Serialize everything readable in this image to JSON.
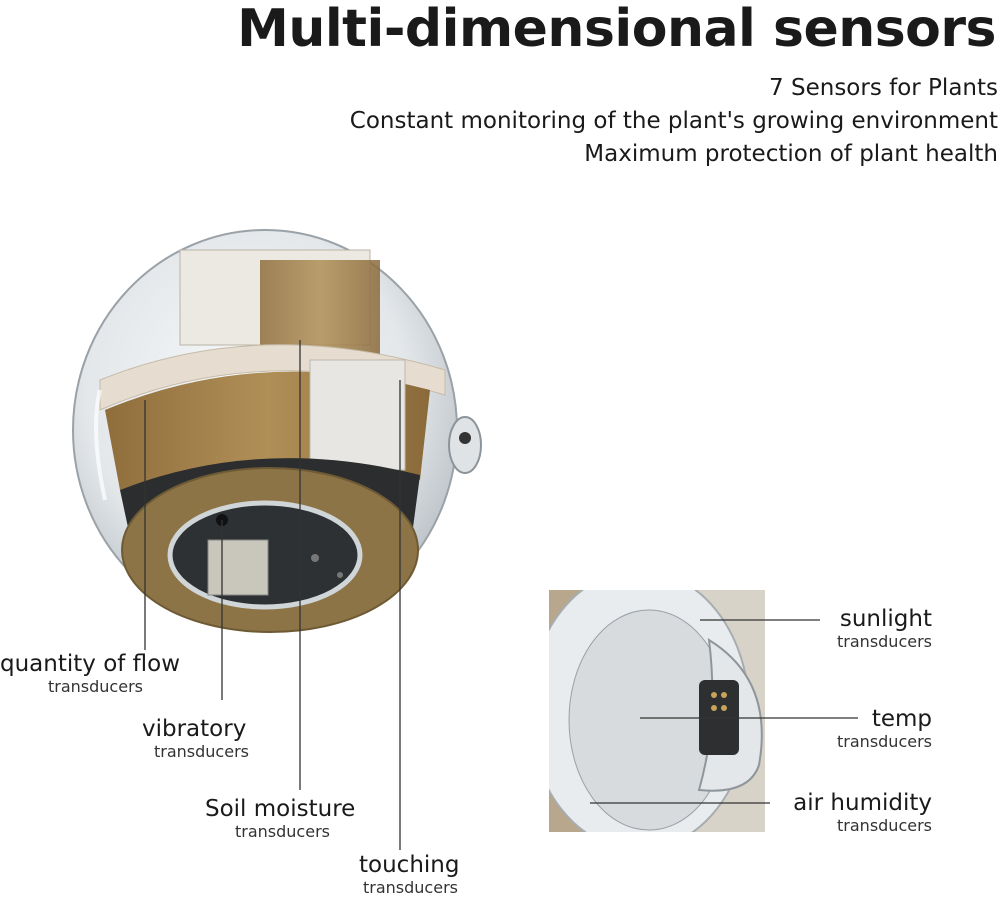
{
  "title": "Multi-dimensional sensors",
  "subtitles": [
    "7 Sensors for Plants",
    "Constant monitoring of the plant's growing environment",
    "Maximum protection of plant health"
  ],
  "labels": {
    "flow": {
      "main": "quantity of flow",
      "sub": "transducers"
    },
    "vibratory": {
      "main": "vibratory",
      "sub": "transducers"
    },
    "soil": {
      "main": "Soil moisture",
      "sub": "transducers"
    },
    "touching": {
      "main": "touching",
      "sub": "transducers"
    },
    "sunlight": {
      "main": "sunlight",
      "sub": "transducers"
    },
    "temp": {
      "main": "temp",
      "sub": "transducers"
    },
    "humidity": {
      "main": "air humidity",
      "sub": "transducers"
    }
  },
  "colors": {
    "text": "#1a1a1a",
    "shell_tan": "#a8864e",
    "shell_cream": "#e6ddd0",
    "pcb": "#2b2d2f",
    "glass": "#e8ecef"
  }
}
